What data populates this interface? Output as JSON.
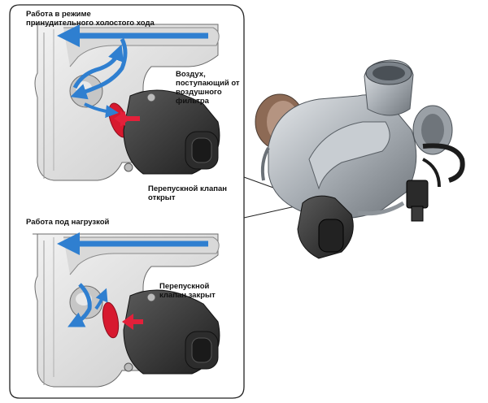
{
  "panels": {
    "top": {
      "title": "Работа в режиме\nпринудительного холостого хода",
      "label_air": "Воздух,\nпоступающий от\nвоздушного\nфильтра",
      "label_valve": "Перепускной клапан\nоткрыт"
    },
    "bottom": {
      "title": "Работа под нагрузкой",
      "label_valve": "Перепускной\nклапан закрыт"
    }
  },
  "colors": {
    "air_flow": "#2f7fd0",
    "valve_flow": "#e3203a",
    "housing": "#e6e6e6",
    "actuator": "#3a3a3a"
  }
}
